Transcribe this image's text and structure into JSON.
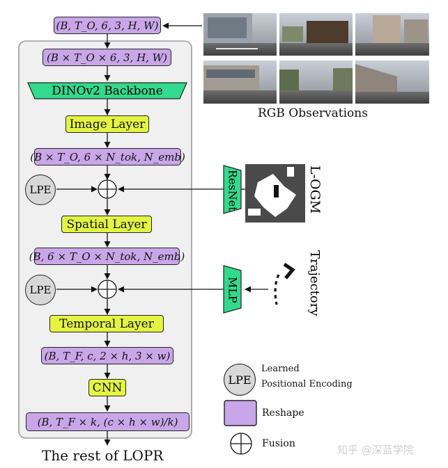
{
  "diagram": {
    "top_input": "(B, T_O, 6, 3, H, W)",
    "reshape_1": "(B × T_O × 6, 3, H, W)",
    "backbone": "DINOv2 Backbone",
    "image_layer": "Image Layer",
    "reshape_2": "(B × T_O, 6 × N_tok, N_emb)",
    "lpe_1": "LPE",
    "spatial_layer": "Spatial Layer",
    "reshape_3": "(B, 6 × T_O × N_tok, N_emb)",
    "lpe_2": "LPE",
    "temporal_layer": "Temporal Layer",
    "reshape_4": "(B, T_F, c, 2 × h, 3 × w)",
    "cnn": "CNN",
    "reshape_5": "(B, T_F × k, (c × h × w)/k)",
    "rest_label": "The rest of LOPR",
    "rgb_label": "RGB Observations",
    "resnet": "ResNet",
    "logm_label": "L-OGM",
    "mlp": "MLP",
    "trajectory_label": "Trajectory"
  },
  "legend": {
    "lpe_symbol": "LPE",
    "lpe_text_line1": "Learned",
    "lpe_text_line2": "Positional Encoding",
    "reshape_text": "Reshape",
    "fusion_text": "Fusion"
  },
  "watermark": "知乎 @深蓝学院",
  "colors": {
    "reshape": "#c9a6e8",
    "yellow": "#e3f542",
    "green": "#33d98d",
    "lpe_gray": "#d8d8d8",
    "container": "#f0f0f0"
  }
}
